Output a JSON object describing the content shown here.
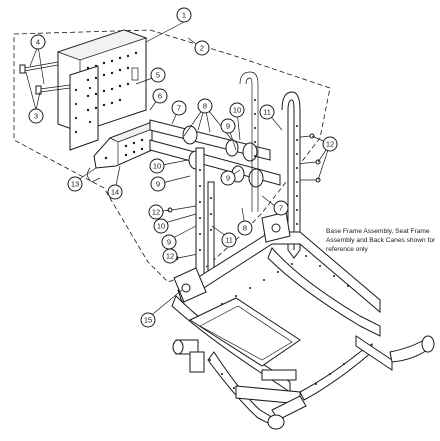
{
  "note": "Base Frame Assembly, Seat Frame Assembly and Back Canes shown for reference only",
  "callouts": [
    "1",
    "2",
    "3",
    "4",
    "5",
    "6",
    "7",
    "8",
    "9",
    "10",
    "11",
    "12",
    "13",
    "14",
    "15"
  ],
  "colors": {
    "line": "#1a1a1a",
    "background": "#ffffff",
    "fill": "#f2f2f2"
  }
}
